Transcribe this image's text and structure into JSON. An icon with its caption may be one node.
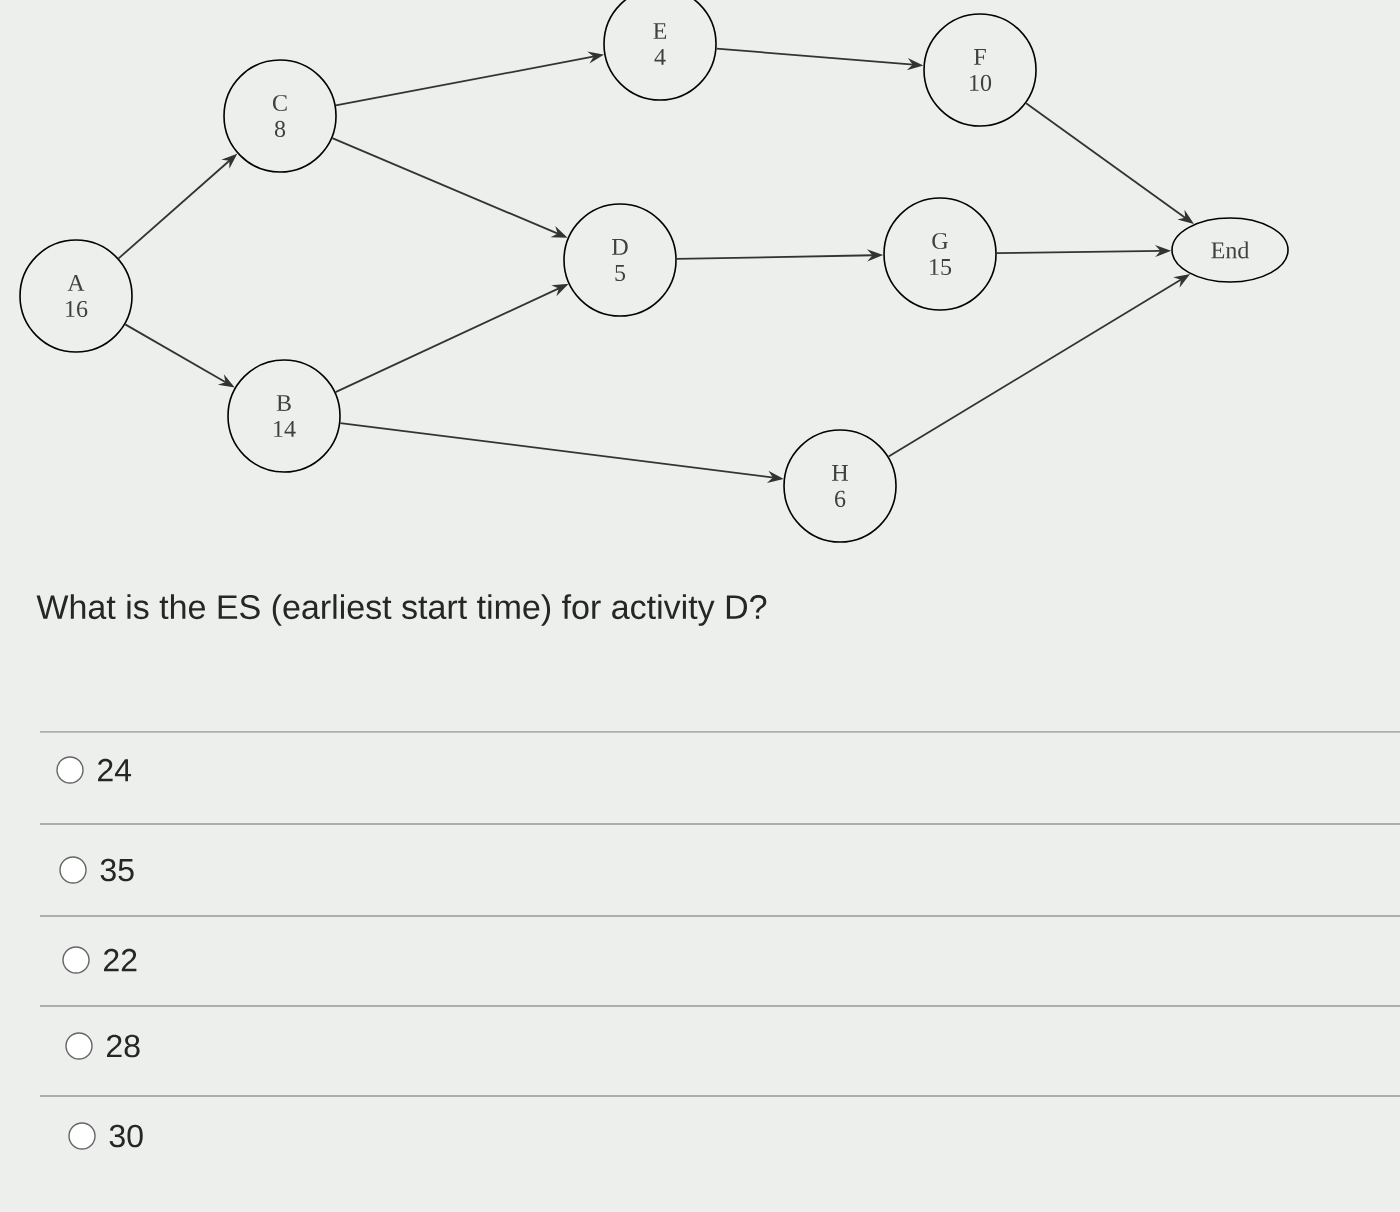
{
  "diagram": {
    "nodes": [
      {
        "text": [
          "A",
          "16"
        ]
      },
      {
        "text": [
          "C",
          "8"
        ]
      },
      {
        "text": [
          "E",
          "4"
        ]
      },
      {
        "text": [
          "F",
          "10"
        ]
      },
      {
        "text": [
          "D",
          "5"
        ]
      },
      {
        "text": [
          "G",
          "15"
        ]
      },
      {
        "text": [
          "End"
        ]
      },
      {
        "text": [
          "B",
          "14"
        ]
      },
      {
        "text": [
          "H",
          "6"
        ]
      }
    ],
    "edges": [
      {
        "from": 0,
        "to": 1,
        "arrow": "to"
      },
      {
        "from": 0,
        "to": 7,
        "arrow": "to"
      },
      {
        "from": 1,
        "to": 2,
        "arrow": "to"
      },
      {
        "from": 1,
        "to": 4,
        "arrow": "to"
      },
      {
        "from": 7,
        "to": 4,
        "arrow": "to"
      },
      {
        "from": 7,
        "to": 8,
        "arrow": "to"
      },
      {
        "from": 2,
        "to": 3,
        "arrow": "to"
      },
      {
        "from": 4,
        "to": 5,
        "arrow": "to"
      },
      {
        "from": 3,
        "to": 6,
        "arrow": "to"
      },
      {
        "from": 5,
        "to": 6,
        "arrow": "to"
      },
      {
        "from": 8,
        "to": 6,
        "arrow": "to"
      }
    ],
    "labels": [
      "What is the ES (earliest start time) for activity D?",
      "24",
      "35",
      "22",
      "28",
      "30"
    ]
  }
}
